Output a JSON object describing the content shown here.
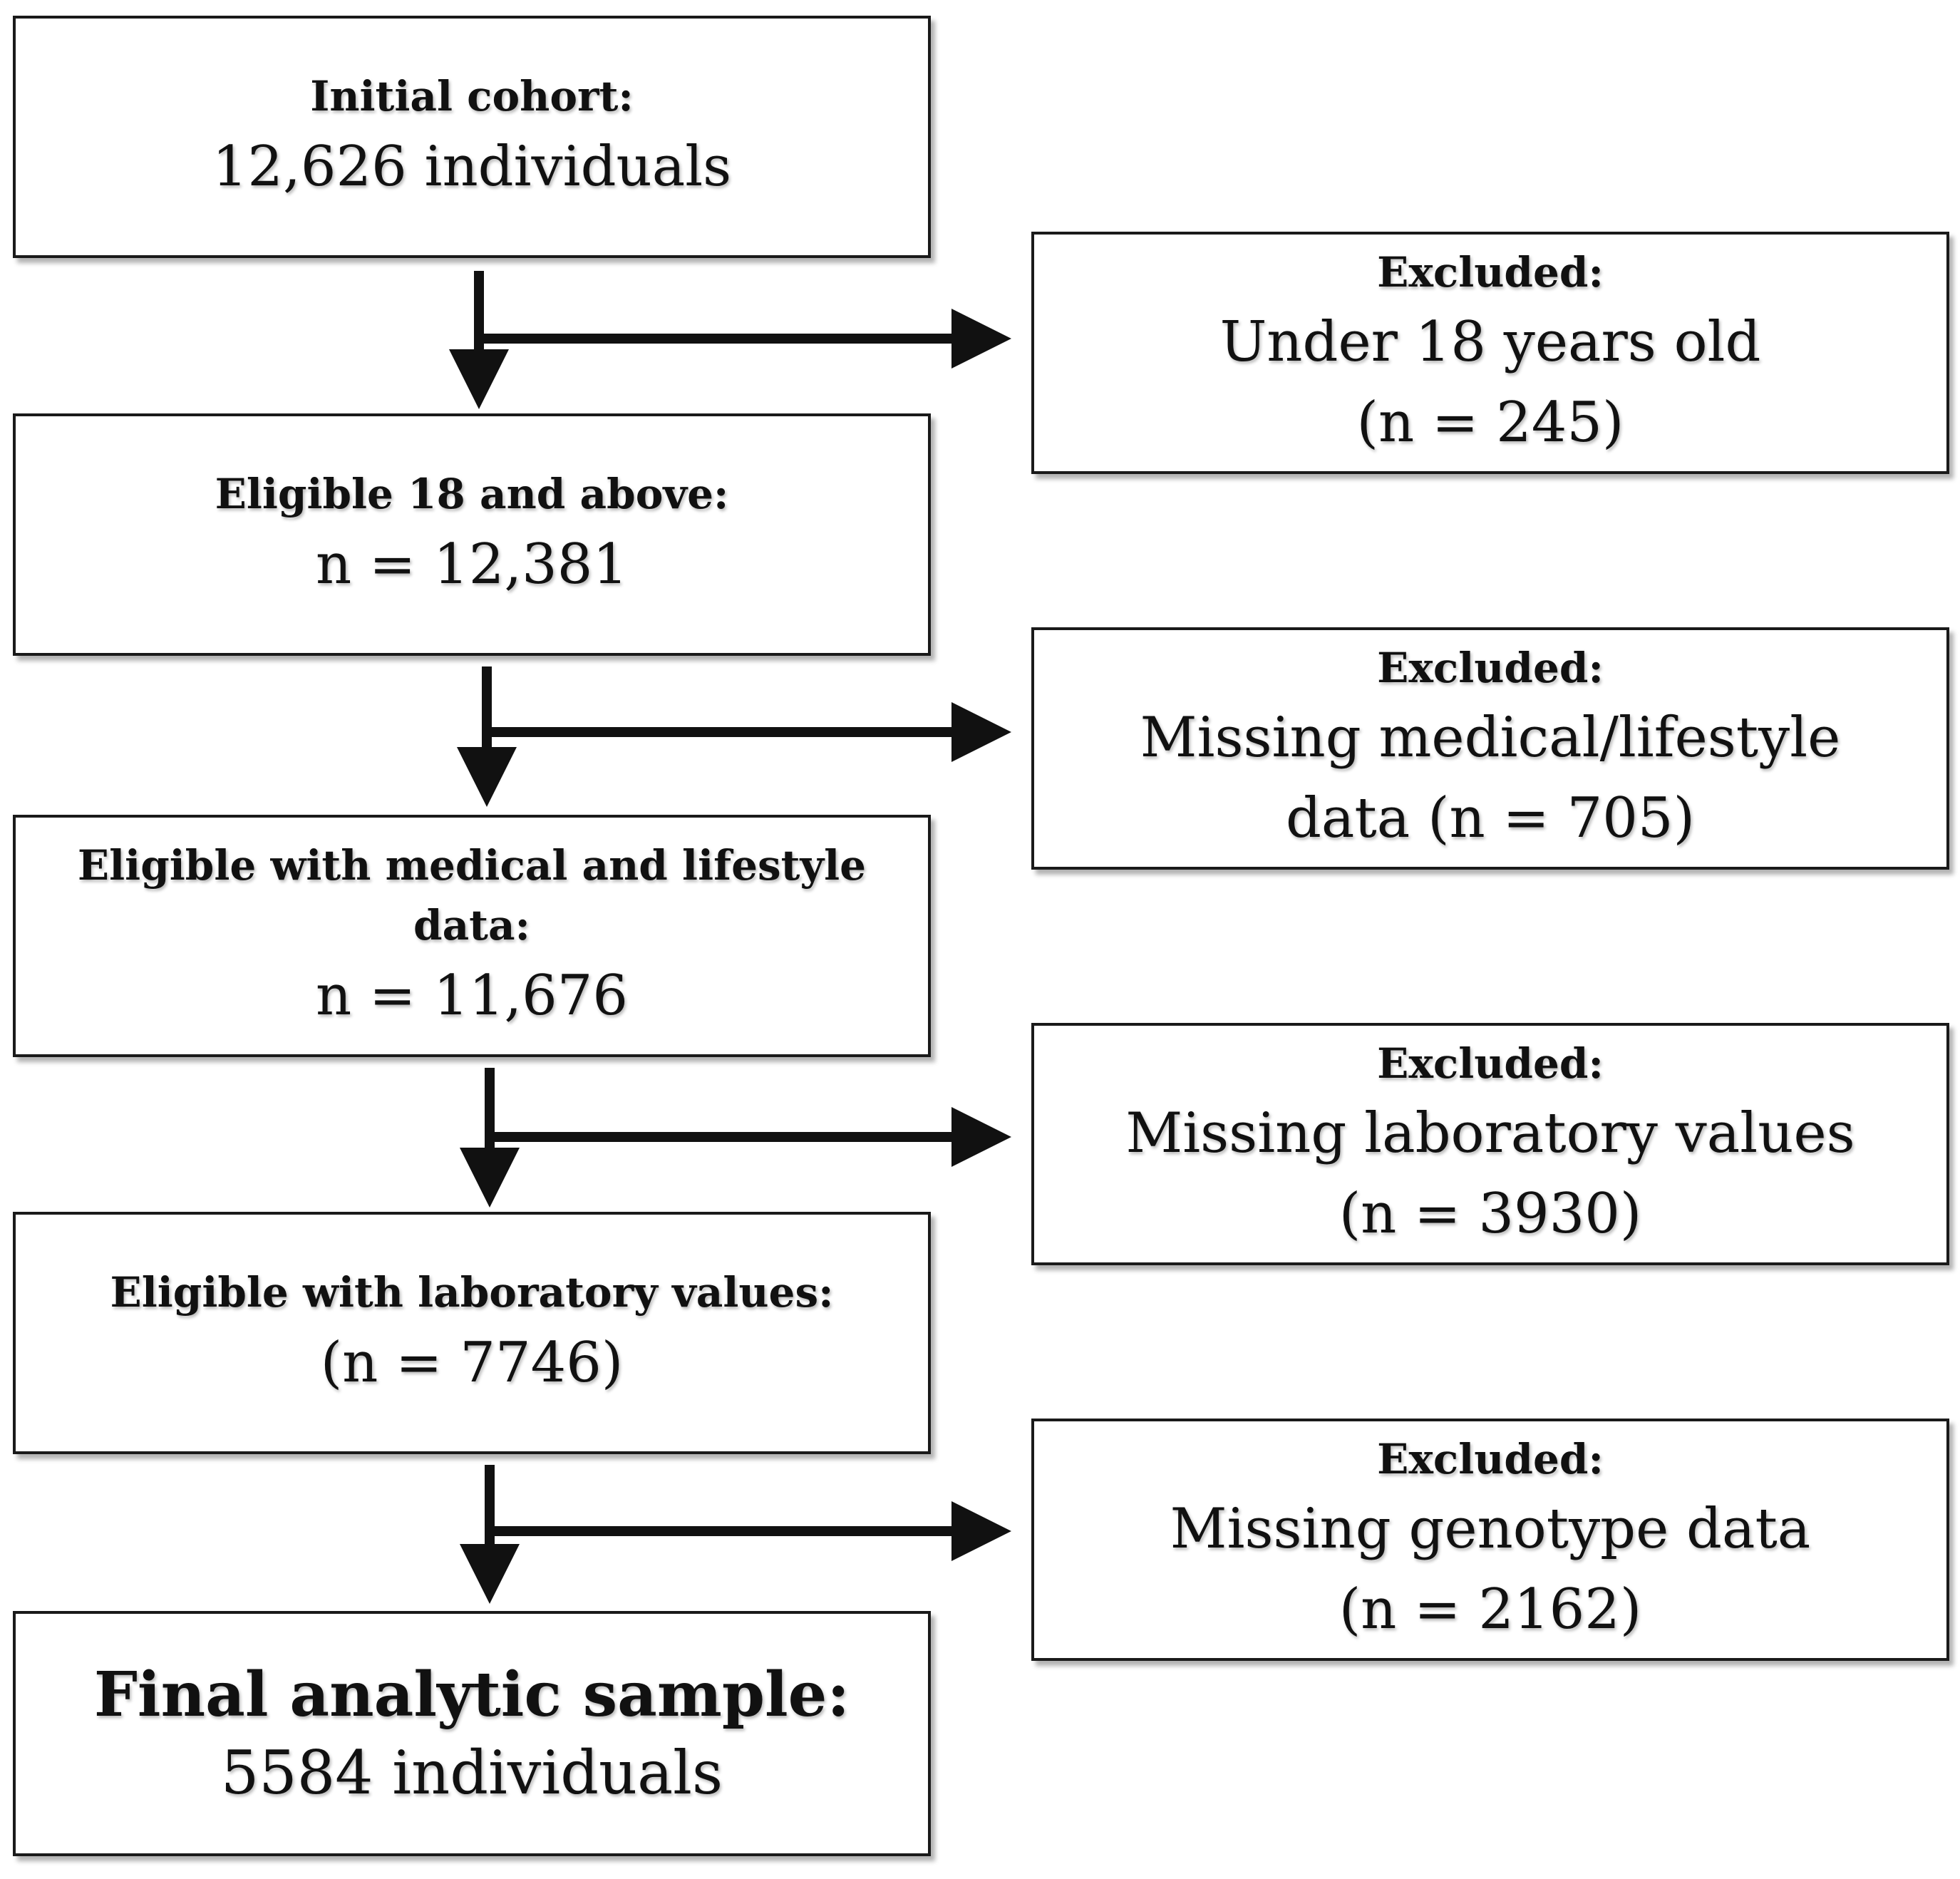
{
  "main_boxes": [
    {
      "label": "Initial cohort:",
      "value": "12,626 individuals"
    },
    {
      "label": "Eligible 18 and above:",
      "value": "n = 12,381"
    },
    {
      "label": "Eligible with medical and lifestyle data:",
      "value": "n = 11,676"
    },
    {
      "label": "Eligible with laboratory values:",
      "value": "(n = 7746)"
    },
    {
      "label": "Final analytic sample:",
      "value": "5584 individuals"
    }
  ],
  "excluded_boxes": [
    {
      "label": "Excluded:",
      "reason": "Under 18 years old",
      "count": "(n = 245)"
    },
    {
      "label": "Excluded:",
      "reason": "Missing medical/lifestyle",
      "count": "data (n = 705)"
    },
    {
      "label": "Excluded:",
      "reason": "Missing laboratory values",
      "count": "(n = 3930)"
    },
    {
      "label": "Excluded:",
      "reason": "Missing genotype data",
      "count": "(n = 2162)"
    }
  ]
}
